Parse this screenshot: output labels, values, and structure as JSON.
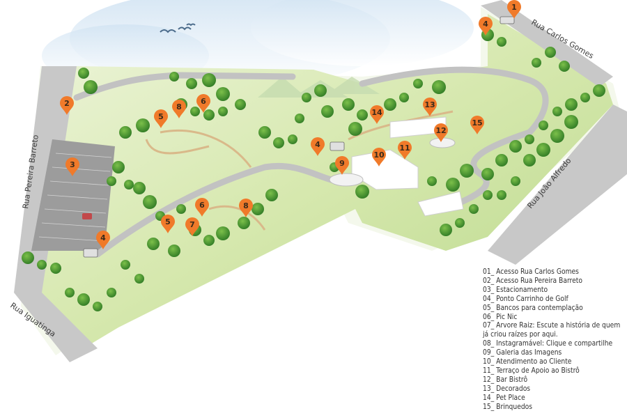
{
  "streets": {
    "carlos_gomes": "Rua Carlos Gomes",
    "pereira_barreto": "Rua Pereira Barreto",
    "joao_alfredo": "Rua João Alfredo",
    "iguatinga": "Rua Iguatinga"
  },
  "markers": [
    {
      "id": "m1",
      "label": "1"
    },
    {
      "id": "m2",
      "label": "2"
    },
    {
      "id": "m3",
      "label": "3"
    },
    {
      "id": "m4a",
      "label": "4"
    },
    {
      "id": "m4b",
      "label": "4"
    },
    {
      "id": "m4c",
      "label": "4"
    },
    {
      "id": "m5a",
      "label": "5"
    },
    {
      "id": "m5b",
      "label": "5"
    },
    {
      "id": "m6a",
      "label": "6"
    },
    {
      "id": "m6b",
      "label": "6"
    },
    {
      "id": "m7",
      "label": "7"
    },
    {
      "id": "m8a",
      "label": "8"
    },
    {
      "id": "m8b",
      "label": "8"
    },
    {
      "id": "m9",
      "label": "9"
    },
    {
      "id": "m10",
      "label": "10"
    },
    {
      "id": "m11",
      "label": "11"
    },
    {
      "id": "m12",
      "label": "12"
    },
    {
      "id": "m13",
      "label": "13"
    },
    {
      "id": "m14",
      "label": "14"
    },
    {
      "id": "m15",
      "label": "15"
    }
  ],
  "legend": [
    "01_ Acesso Rua Carlos Gomes",
    "02_ Acesso Rua Pereira Barreto",
    "03_ Estacionamento",
    "04_ Ponto Carrinho de Golf",
    "05_ Bancos para contemplação",
    "06_ Pic Nic",
    "07_ Arvore Raiz: Escute a história de quem já criou raízes por aqui.",
    "08_ Instagramável: Clique e compartilhe",
    "09_ Galeria das Imagens",
    "10_ Atendimento ao Cliente",
    "11_ Terraço de Apoio ao Bistrô",
    "12_ Bar Bistrô",
    "13_ Decorados",
    "14_ Pet Place",
    "15_ Brinquedos"
  ],
  "colors": {
    "marker": "#f07a2a",
    "grass": "#cfe3a6",
    "tree": "#3f8f2f",
    "road": "#b5b5b5",
    "path": "#d9b98a"
  }
}
